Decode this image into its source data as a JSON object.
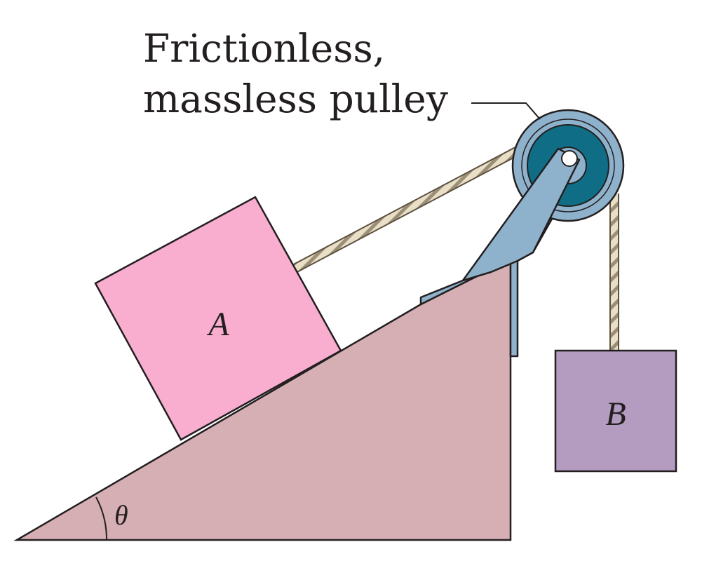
{
  "diagram": {
    "caption_line_1": "Frictionless,",
    "caption_line_2": "massless pulley",
    "block_a_label": "A",
    "block_b_label": "B",
    "angle_label": "θ"
  },
  "colors": {
    "incline": "#d6afb4",
    "block_a": "#f9aed0",
    "block_b": "#b49cc1",
    "pulley_outer": "#8fb2cc",
    "pulley_inner": "#0f6e86",
    "bracket": "#8fb2cc",
    "rope": "#e6dcc4",
    "outline": "#231f20"
  }
}
